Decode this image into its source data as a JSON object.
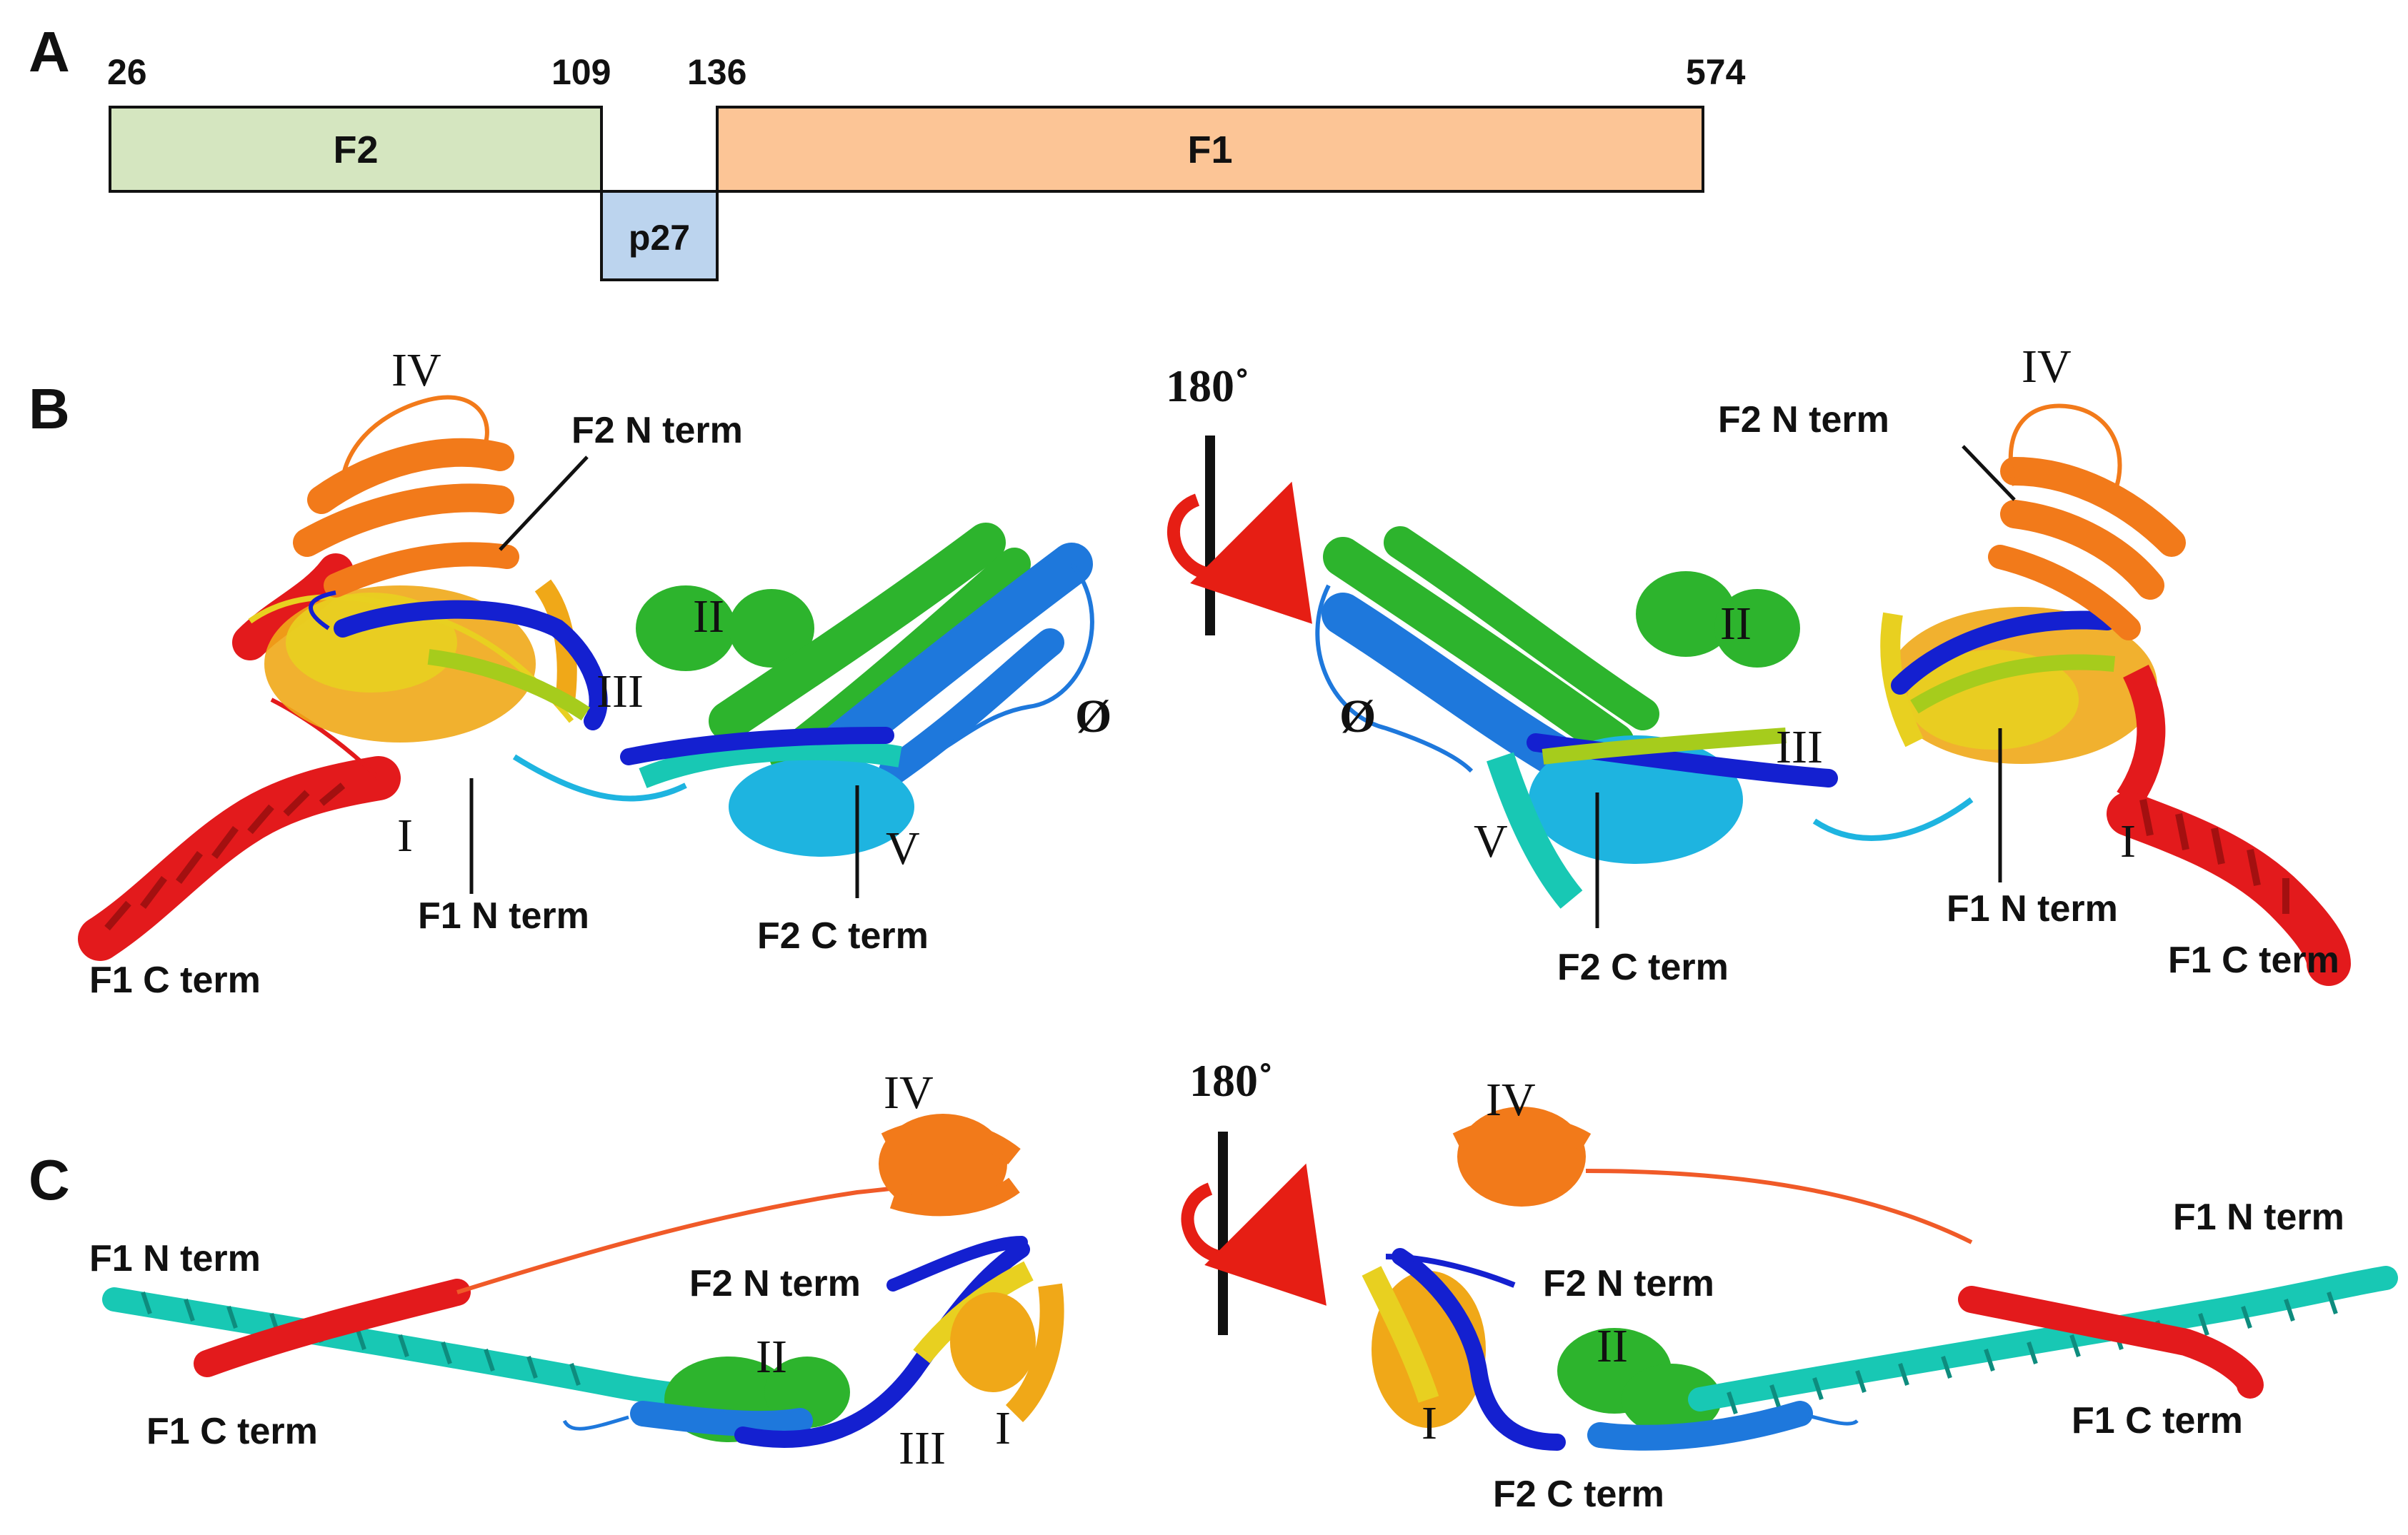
{
  "panels": {
    "a": "A",
    "b": "B",
    "c": "C"
  },
  "domain_map": {
    "positions": [
      "26",
      "109",
      "136",
      "574"
    ],
    "f2_label": "F2",
    "p27_label": "p27",
    "f1_label": "F1",
    "f2_color": "#d5e6c0",
    "p27_color": "#bcd4ee",
    "f1_color": "#fcc596"
  },
  "rotation": {
    "degrees": "180˚",
    "arrow_color": "#e61e14"
  },
  "roman": {
    "r1": "I",
    "r2": "II",
    "r3": "III",
    "r4": "IV",
    "r5": "V",
    "phi": "Ø"
  },
  "terms": {
    "f2n": "F2 N term",
    "f2c": "F2 C term",
    "f1n": "F1 N term",
    "f1c": "F1 C term"
  },
  "ribbon_colors": {
    "red": "#e31a1c",
    "orange": "#f27a1a",
    "gold": "#f0a818",
    "yellow": "#e8d020",
    "lime": "#a6cc1c",
    "green": "#2db42d",
    "teal": "#18c8b4",
    "cyan": "#1eb4e0",
    "azure": "#1e78dc",
    "blue": "#1420d0"
  }
}
